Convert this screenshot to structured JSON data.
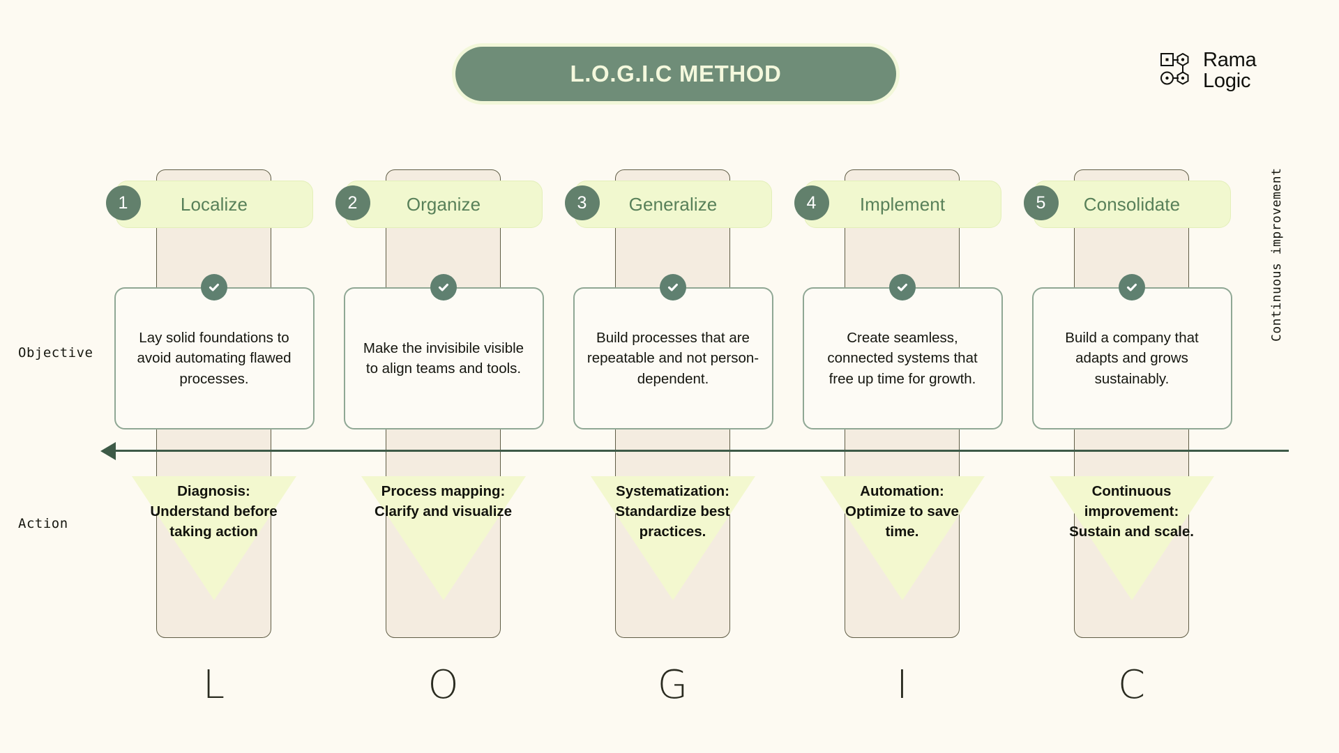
{
  "header": {
    "title": "L.O.G.I.C METHOD",
    "logo": {
      "line1": "Rama",
      "line2": "Logic"
    }
  },
  "row_labels": {
    "objective": "Objective",
    "action": "Action"
  },
  "side_label": "Continuous improvement",
  "stages": [
    {
      "number": "1",
      "name": "Localize",
      "letter": "L",
      "objective": "Lay solid foundations to avoid automating flawed processes.",
      "action": "Diagnosis: Understand before taking action"
    },
    {
      "number": "2",
      "name": "Organize",
      "letter": "O",
      "objective": "Make the invisibile visible to align teams and tools.",
      "action": "Process mapping: Clarify and visualize"
    },
    {
      "number": "3",
      "name": "Generalize",
      "letter": "G",
      "objective": "Build processes that are repeatable and not person-dependent.",
      "action": "Systematization: Standardize best practices."
    },
    {
      "number": "4",
      "name": "Implement",
      "letter": "I",
      "objective": "Create seamless, connected systems that free up time for growth.",
      "action": "Automation: Optimize to save time."
    },
    {
      "number": "5",
      "name": "Consolidate",
      "letter": "C",
      "objective": "Build a company that adapts and grows sustainably.",
      "action": "Continuous improvement: Sustain and scale."
    }
  ],
  "colors": {
    "background": "#fdfaf2",
    "brand_green": "#6f8d78",
    "pill_yellow": "#f1f8cf",
    "band_beige": "#f4ece0",
    "arrow": "#3d5a47",
    "card_border": "#8fa794"
  }
}
